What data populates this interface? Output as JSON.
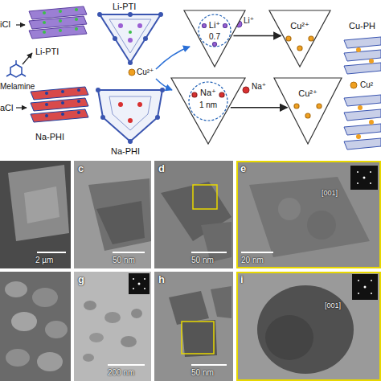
{
  "diagram": {
    "nodes": [
      {
        "text": [
          "Li⁺",
          "0.7"
        ]
      },
      {
        "text": [
          "Cu²⁺"
        ]
      },
      {
        "text": [
          "Na⁺",
          "1 nm"
        ]
      },
      {
        "text": [
          "Cu²⁺"
        ]
      }
    ],
    "edges": [
      {
        "from": 0,
        "to": 1,
        "arrow": "to"
      },
      {
        "from": 2,
        "to": 3,
        "arrow": "to"
      }
    ],
    "labels": [
      "iCl",
      "Li-PTI",
      "Melamine",
      "aCl",
      "Na-PHI",
      "Li-PTI",
      "Na-PHI",
      "Cu²⁺",
      "Li⁺",
      "Na⁺",
      "Cu-PH",
      "Cu²",
      "2 µm",
      "c",
      "50 nm",
      "d",
      "50 nm",
      "e",
      "20 nm",
      "[001]",
      "g",
      "200 nm",
      "h",
      "50 nm",
      "i",
      "[001]"
    ]
  }
}
